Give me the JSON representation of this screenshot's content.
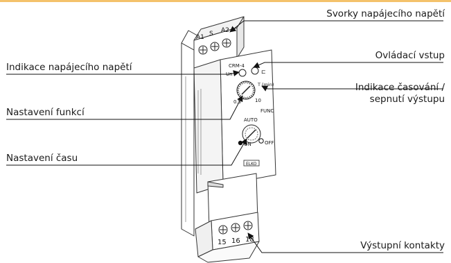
{
  "diagram": {
    "callouts": {
      "supply_terminals": "Svorky napájecího napětí",
      "control_input": "Ovládací vstup",
      "supply_indication": "Indikace napájecího napětí",
      "timing_indication_line1": "Indikace časování /",
      "timing_indication_line2": "sepnutí výstupu",
      "function_setting": "Nastavení funkcí",
      "time_setting": "Nastavení času",
      "output_contacts": "Výstupní kontakty"
    },
    "device": {
      "model": "CRM-4",
      "terminal_a1": "A1",
      "terminal_s": "S",
      "terminal_a2": "A2",
      "led_un": "Un",
      "scale_min": "0.5",
      "scale_max": "10",
      "time_unit": "T (min)",
      "func_label": "FUNC",
      "mode_auto": "AUTO",
      "mode_on": "ON",
      "mode_off": "OFF",
      "brand": "ELKO",
      "out_15": "15",
      "out_16": "16",
      "out_18": "18"
    }
  }
}
